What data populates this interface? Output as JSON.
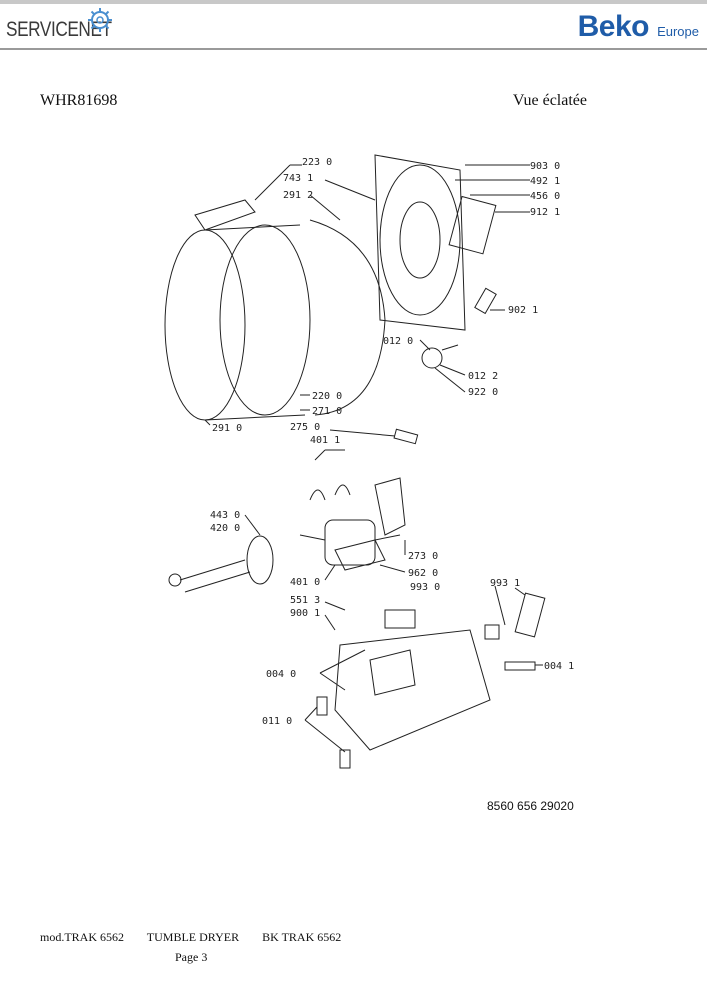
{
  "header": {
    "logo_left_text": "SERVICENET",
    "logo_right_brand": "Beko",
    "logo_right_sub": "Europe"
  },
  "title": {
    "model": "WHR81698",
    "view": "Vue éclatée"
  },
  "diagram": {
    "labels": {
      "l2230": "223 0",
      "l7431": "743 1",
      "l2912": "291 2",
      "l9030": "903 0",
      "l4921": "492 1",
      "l4560": "456 0",
      "l9121": "912 1",
      "l9021": "902 1",
      "l0120": "012 0",
      "l0122": "012 2",
      "l9220": "922 0",
      "l2200": "220 0",
      "l2710": "271 0",
      "l2750": "275 0",
      "l2910": "291 0",
      "l4011a": "401 1",
      "l4430": "443 0",
      "l4200": "420 0",
      "l2730": "273 0",
      "l9620": "962 0",
      "l4010": "401 0",
      "l9930": "993 0",
      "l9931": "993 1",
      "l5513": "551 3",
      "l9001": "900 1",
      "l0040": "004 0",
      "l0041": "004 1",
      "l0110": "011 0"
    },
    "reference": "8560 656 29020"
  },
  "footer": {
    "model": "mod.TRAK 6562",
    "product": "TUMBLE DRYER",
    "variant": "BK TRAK 6562",
    "page": "Page 3"
  }
}
